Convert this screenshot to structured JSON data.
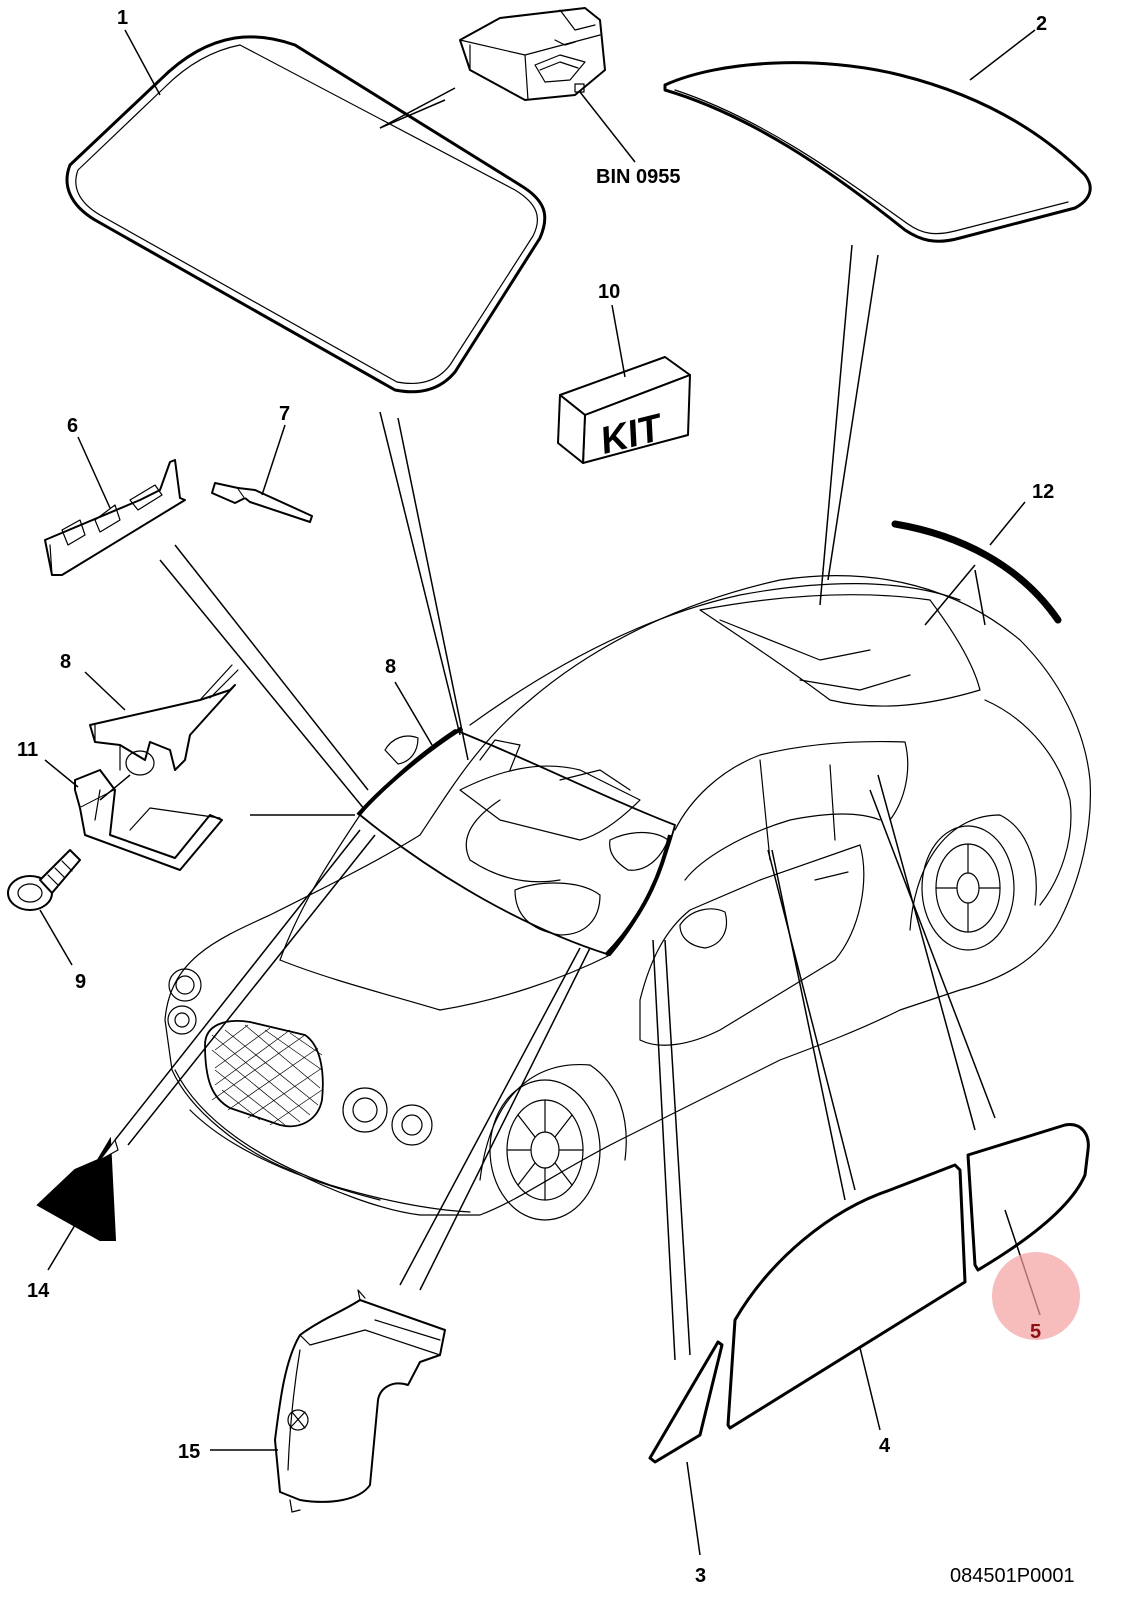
{
  "callouts": {
    "c1": "1",
    "c2": "2",
    "c3": "3",
    "c4": "4",
    "c5": "5",
    "c6": "6",
    "c7": "7",
    "c8a": "8",
    "c8b": "8",
    "c9": "9",
    "c10": "10",
    "c11": "11",
    "c12": "12",
    "c14": "14",
    "c15": "15"
  },
  "bin_label": "BIN 0955",
  "kit_label": "KIT",
  "drawing_number": "084501P0001",
  "highlight_color": "#f4a0a0",
  "highlight_text_color": "#8b1010"
}
